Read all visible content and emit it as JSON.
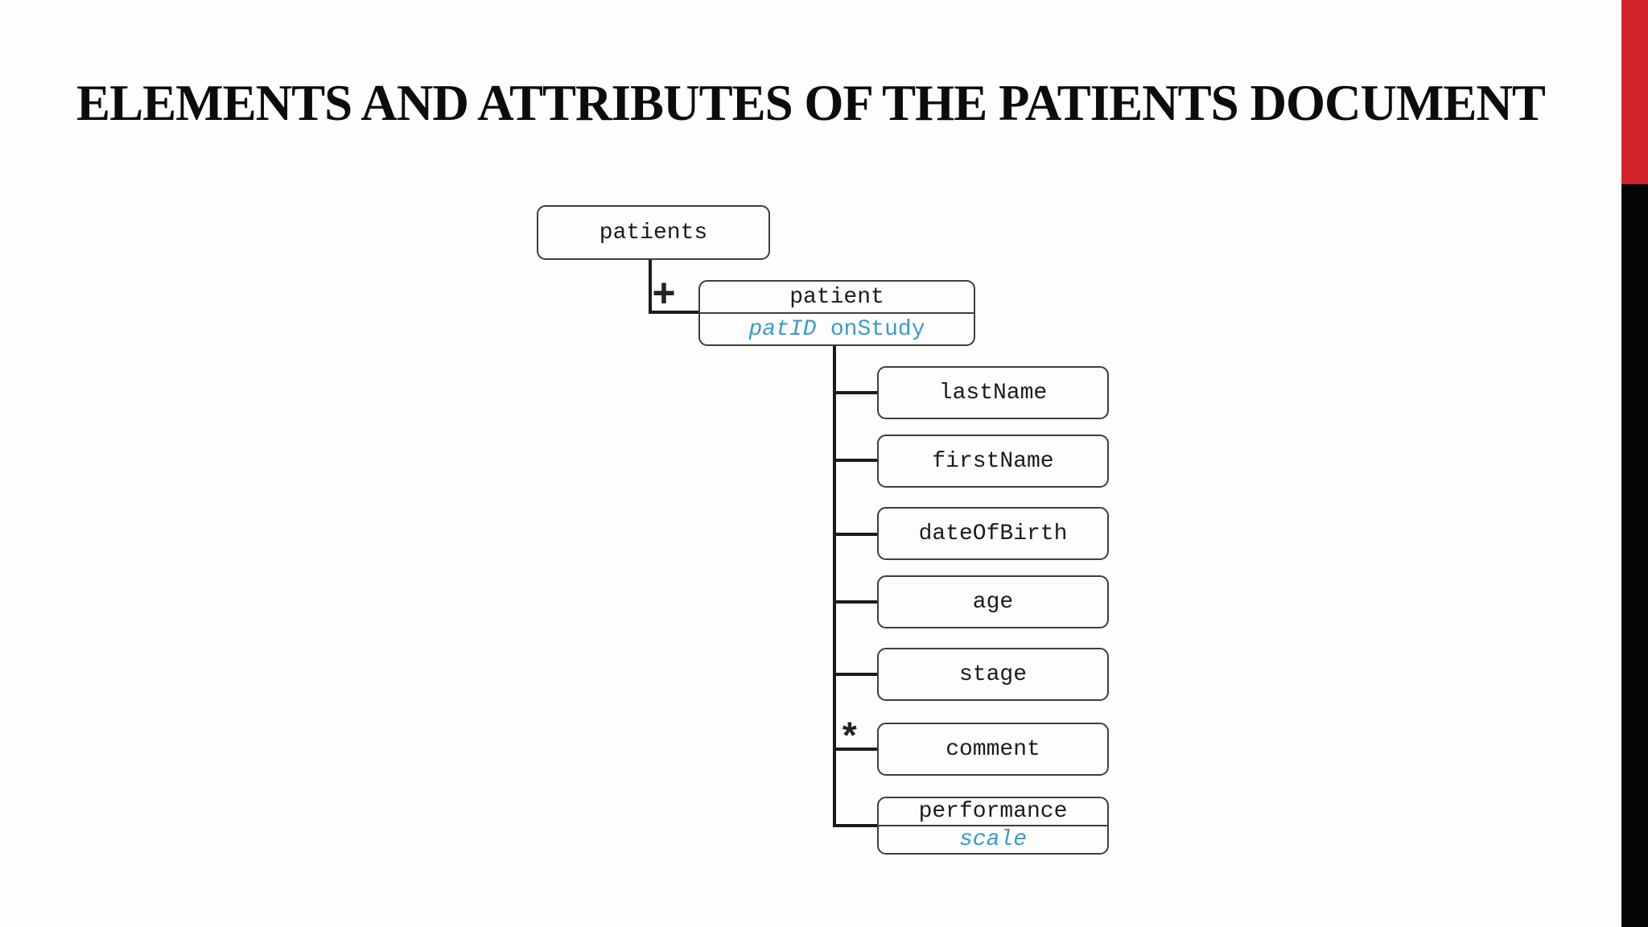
{
  "slide": {
    "title": "ELEMENTS AND ATTRIBUTES OF THE PATIENTS DOCUMENT"
  },
  "diagram": {
    "root": {
      "label": "patients"
    },
    "root_child_cardinality": "+",
    "patient": {
      "label": "patient",
      "attributes": [
        {
          "name": "patID",
          "style": "italic"
        },
        {
          "name": "onStudy",
          "style": "normal"
        }
      ]
    },
    "children": [
      {
        "label": "lastName",
        "cardinality": ""
      },
      {
        "label": "firstName",
        "cardinality": ""
      },
      {
        "label": "dateOfBirth",
        "cardinality": ""
      },
      {
        "label": "age",
        "cardinality": ""
      },
      {
        "label": "stage",
        "cardinality": ""
      },
      {
        "label": "comment",
        "cardinality": "*"
      },
      {
        "label": "performance",
        "cardinality": "",
        "attribute": "scale"
      }
    ]
  },
  "colors": {
    "attribute_text": "#3a9cc6",
    "box_border": "#3e3e3e",
    "connector": "#1b1b1b",
    "stripe_red": "#cf2329",
    "stripe_black": "#050505"
  }
}
